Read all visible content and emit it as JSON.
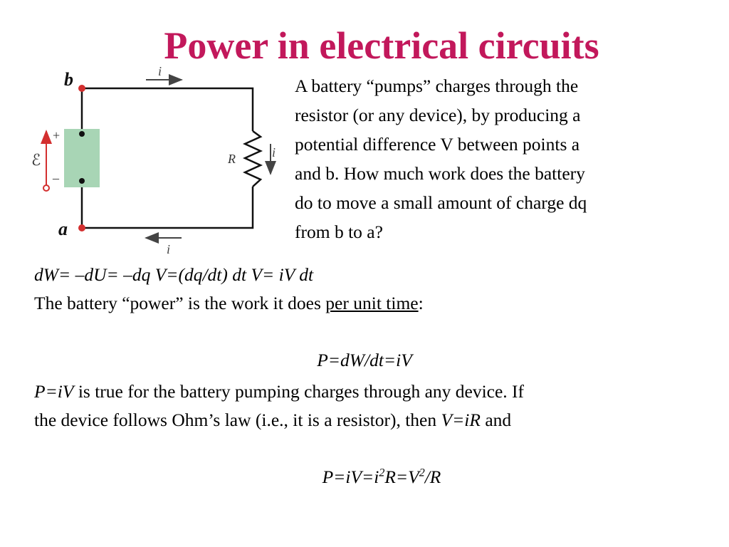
{
  "title": "Power in electrical circuits",
  "diagram": {
    "label_b": "b",
    "label_a": "a",
    "label_i_top": "i",
    "label_i_bottom": "i",
    "label_i_right": "i",
    "label_R": "R",
    "label_emf": "ℰ",
    "label_plus": "+",
    "label_minus": "–",
    "battery_color": "#a8d5b5",
    "node_color": "#d32f2f",
    "emf_arrow_color": "#d32f2f"
  },
  "description": {
    "lines": [
      "A battery “pumps” charges through the",
      "resistor (or any device), by producing a",
      "potential difference V between points a",
      "and b. How much work does the battery",
      "do to move a small amount of charge dq",
      "from b to a?"
    ]
  },
  "equation1": "dW= –dU= –dq V=(dq/dt) dt V= iV dt",
  "power_line": {
    "before": "The battery “power” is the work it does ",
    "underlined": "per unit time",
    "after": ":"
  },
  "equation2": "P=dW/dt=iV",
  "piv_para": {
    "eq": "P=iV",
    "text1": " is true for the battery pumping charges through any device. If",
    "text2": "the device follows Ohm’s law (i.e., it is a resistor), then ",
    "eq2": "V=iR",
    "text3": " and"
  },
  "equation3": {
    "p1": "P=iV=i",
    "sup1": "2",
    "p2": "R=V",
    "sup2": "2",
    "p3": "/R"
  }
}
